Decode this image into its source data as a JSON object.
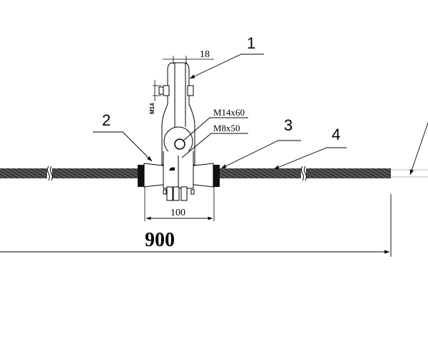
{
  "drawing": {
    "callouts": [
      "1",
      "2",
      "3",
      "4"
    ],
    "bolt_labels": {
      "main": "M14x60",
      "secondary": "M8x50"
    },
    "thread_label": "M14",
    "dimensions": {
      "shackle_width": "18",
      "clamp_length": "100",
      "total_length": "900"
    }
  },
  "colors": {
    "line": "#000000",
    "cable": "#3a3a3a",
    "rubber": "#111111",
    "background": "#ffffff"
  }
}
